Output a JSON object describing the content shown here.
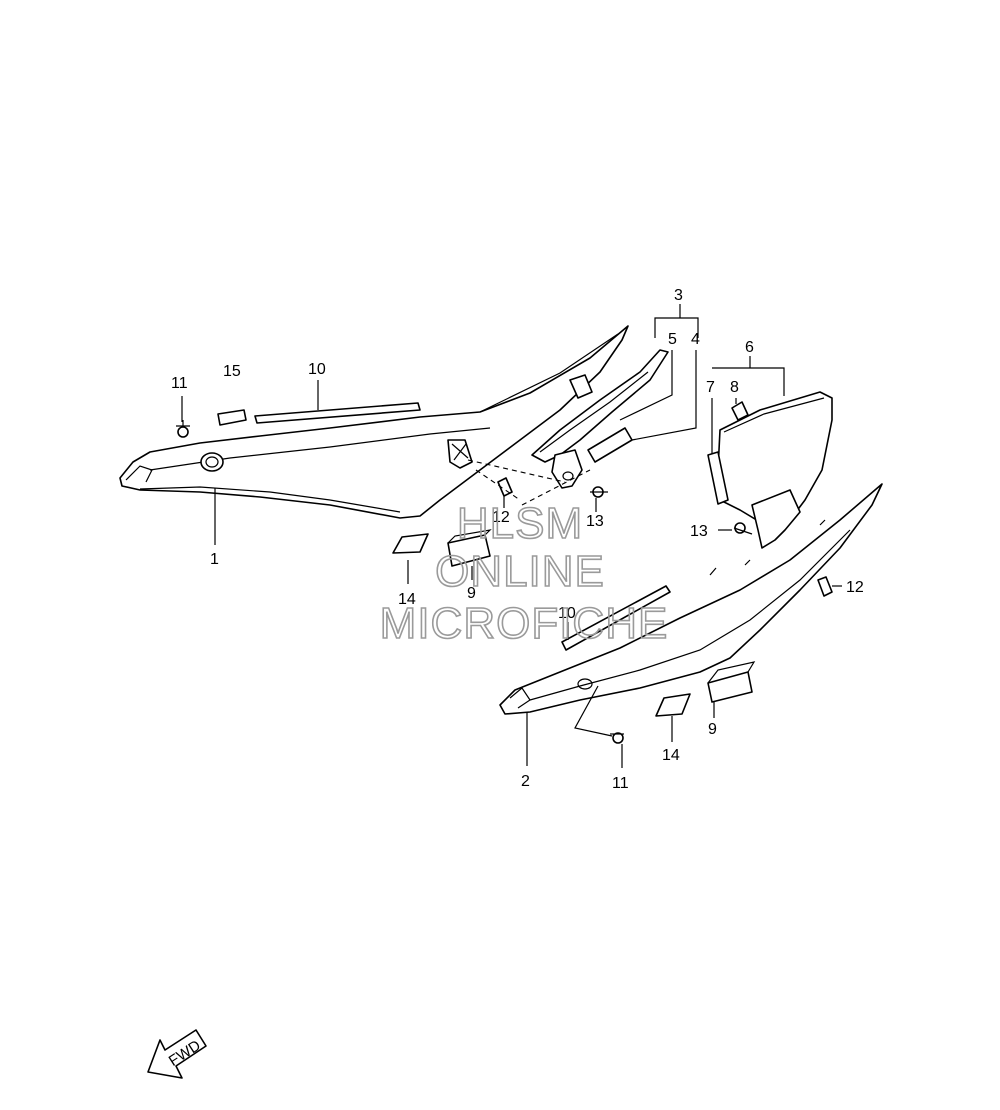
{
  "callouts": {
    "c1": "1",
    "c2": "2",
    "c3": "3",
    "c4": "4",
    "c5": "5",
    "c6": "6",
    "c7": "7",
    "c8": "8",
    "c9a": "9",
    "c9b": "9",
    "c10a": "10",
    "c10b": "10",
    "c11a": "11",
    "c11b": "11",
    "c12a": "12",
    "c12b": "12",
    "c13a": "13",
    "c13b": "13",
    "c14a": "14",
    "c14b": "14",
    "c15": "15"
  },
  "watermark": {
    "line1": "HLSM",
    "line2": "ONLINE",
    "line3": "MICROFICHE"
  },
  "direction_arrow": {
    "label": "FWD",
    "icon": "fwd-arrow-icon"
  },
  "colors": {
    "line": "#000000",
    "watermark": "#9a9a9a",
    "background": "#ffffff"
  }
}
